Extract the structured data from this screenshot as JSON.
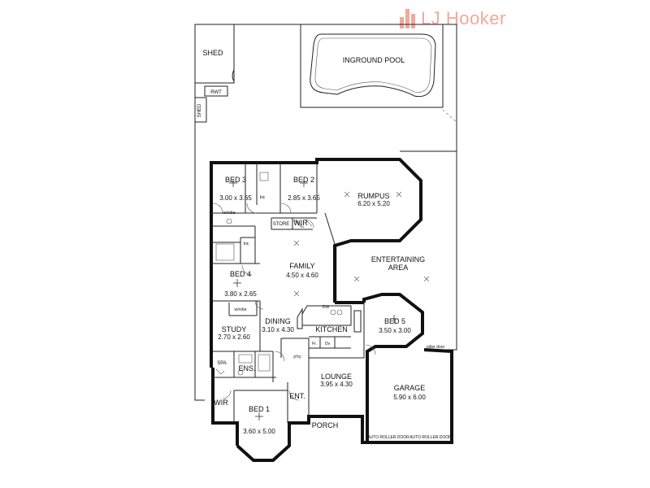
{
  "brand": {
    "name": "LJ Hooker",
    "color": "#f2a89a"
  },
  "rooms": {
    "shed_top": "SHED",
    "rwt": "RWT",
    "shed_side": "SHED",
    "pool": "INGROUND POOL",
    "bed3": {
      "name": "BED 3",
      "size": "3.00 x 3.65"
    },
    "bed2": {
      "name": "BED 2",
      "size": "2.85 x 3.65"
    },
    "rumpus": {
      "name": "RUMPUS",
      "size": "6.20 x 5.20"
    },
    "bic1": "bic",
    "bic2": "bic",
    "wrobe1": "w/robe",
    "wrobe2": "w/robe",
    "store": "STORE",
    "wir_top": "WIR",
    "family": {
      "name": "FAMILY",
      "size": "4.50 x 4.60"
    },
    "entertaining": {
      "line1": "ENTERTAINING",
      "line2": "AREA"
    },
    "bed4": {
      "name": "BED 4",
      "size": "3.80 x 2.65"
    },
    "dining": {
      "name": "DINING",
      "size": "3.10 x 4.30"
    },
    "kitchen": "KITCHEN",
    "dw": "DW",
    "fr": "Fr.",
    "ov": "Ov",
    "ptry": "p'try",
    "study": {
      "name": "STUDY",
      "size": "2.70 x 2.60"
    },
    "bed5": {
      "name": "BED 5",
      "size": "3.50 x 3.00"
    },
    "roller_door": "roller door",
    "spa": "SPA",
    "ens": "ENS.",
    "lounge": {
      "name": "LOUNGE",
      "size": "3.95 x 4.30"
    },
    "garage": {
      "name": "GARAGE",
      "size": "5.90 x 6.00"
    },
    "wir_bottom": "WIR",
    "ent": "ENT.",
    "bed1": {
      "name": "BED 1",
      "size": "3.60 x 5.00"
    },
    "porch": "PORCH",
    "auto_roller_1": "AUTO ROLLER DOOR",
    "auto_roller_2": "AUTO ROLLER DOOR"
  }
}
